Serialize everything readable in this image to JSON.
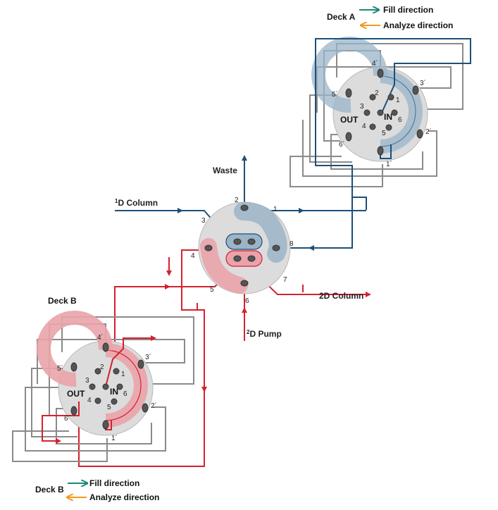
{
  "colors": {
    "blue": "#1b4f7a",
    "red": "#d6202f",
    "gray_loop": "#8a8a8a",
    "valve_disc": "#dcdcdc",
    "fill_arrow": "#1a8a78",
    "analyze_arrow": "#f29a1f"
  },
  "deck_a": {
    "title": "Deck A",
    "fill_label": "Fill direction",
    "analyze_label": "Analyze  direction",
    "inner_ports": [
      "1",
      "2",
      "3",
      "4",
      "5",
      "6"
    ],
    "outer_ports": [
      "1´",
      "2´",
      "3´",
      "4´",
      "5´",
      "6´"
    ],
    "out_label": "OUT",
    "in_label": "IN"
  },
  "deck_b": {
    "title": "Deck B",
    "legend_title": "Deck B",
    "fill_label": "Fill direction",
    "analyze_label": "Analyze  direction",
    "inner_ports": [
      "1",
      "2",
      "3",
      "4",
      "5",
      "6"
    ],
    "outer_ports": [
      "1´",
      "2´",
      "3´",
      "4´",
      "5´",
      "6´"
    ],
    "out_label": "OUT",
    "in_label": "IN"
  },
  "main_valve": {
    "ports": [
      "1",
      "2",
      "3",
      "4",
      "5",
      "6",
      "7",
      "8"
    ],
    "waste": "Waste",
    "col1_sup": "1",
    "col1_text": "D Column",
    "col2": "2D Column",
    "pump_sup": "2",
    "pump_text": "D Pump"
  }
}
